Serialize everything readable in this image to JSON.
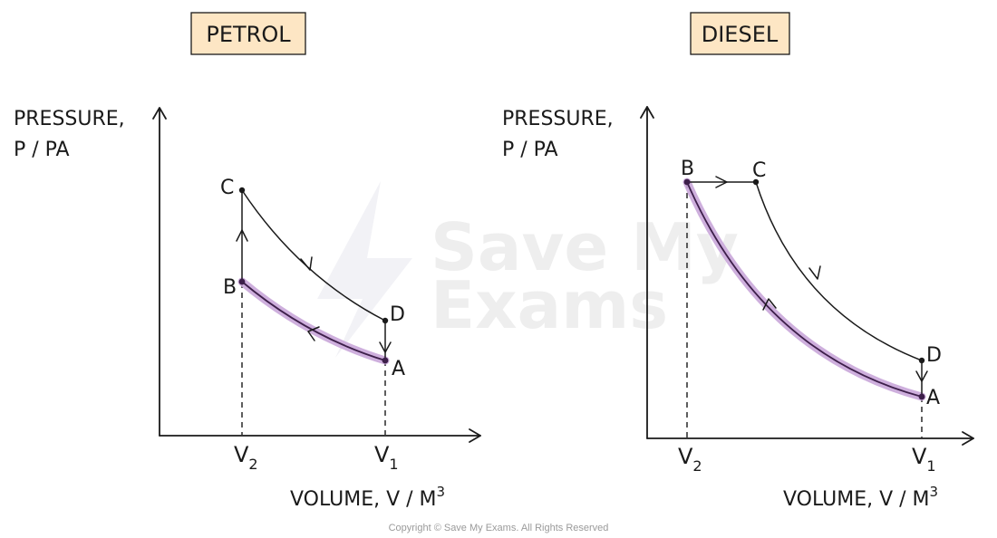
{
  "panels": [
    {
      "title": "PETROL",
      "y_axis_label_line1": "PRESSURE,",
      "y_axis_label_line2": "P / PA",
      "x_axis_label": "VOLUME, V / M",
      "x_axis_unit_exponent": "3",
      "x_tick_left": "V",
      "x_tick_left_sub": "2",
      "x_tick_right": "V",
      "x_tick_right_sub": "1",
      "points": {
        "a": "A",
        "b": "B",
        "c": "C",
        "d": "D"
      }
    },
    {
      "title": "DIESEL",
      "y_axis_label_line1": "PRESSURE,",
      "y_axis_label_line2": "P / PA",
      "x_axis_label": "VOLUME, V / M",
      "x_axis_unit_exponent": "3",
      "x_tick_left": "V",
      "x_tick_left_sub": "2",
      "x_tick_right": "V",
      "x_tick_right_sub": "1",
      "points": {
        "a": "A",
        "b": "B",
        "c": "C",
        "d": "D"
      }
    }
  ],
  "watermark": {
    "line1": "Save My",
    "line2": "Exams"
  },
  "copyright": "Copyright © Save My Exams. All Rights Reserved",
  "colors": {
    "highlight": "#c9a6d9",
    "highlight_core": "#3d1f4a",
    "title_fill": "#fde6c4"
  }
}
